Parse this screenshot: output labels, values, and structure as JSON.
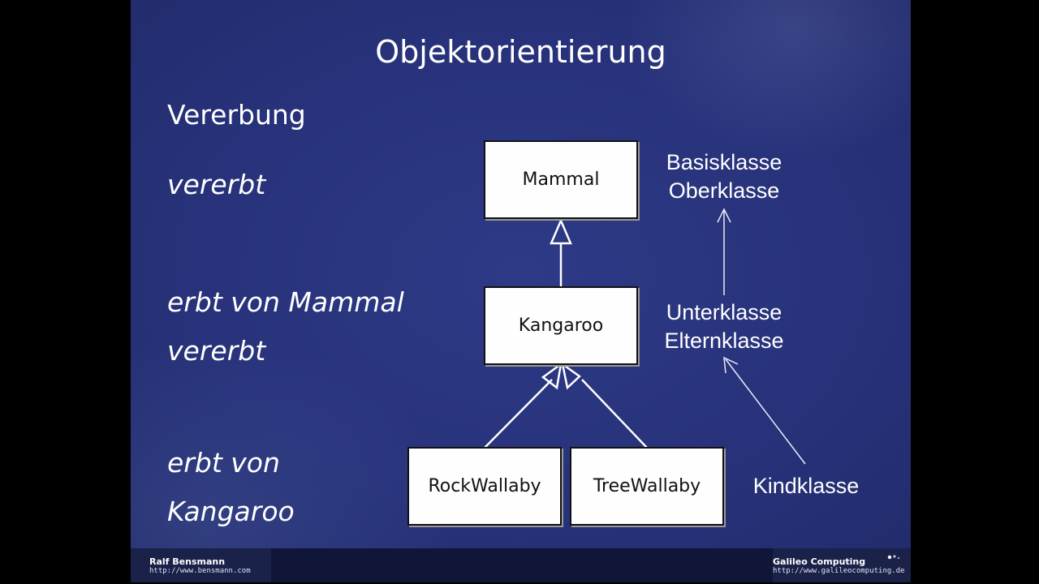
{
  "slide": {
    "title": "Objektorientierung",
    "left_column": [
      "Vererbung",
      "vererbt",
      "erbt von Mammal",
      "vererbt",
      "erbt von",
      "Kangaroo"
    ]
  },
  "diagram": {
    "classes": {
      "mammal": "Mammal",
      "kangaroo": "Kangaroo",
      "rockwallaby": "RockWallaby",
      "treewallaby": "TreeWallaby"
    },
    "labels": {
      "base": "Basisklasse",
      "super": "Oberklasse",
      "sub": "Unterklasse",
      "parent": "Elternklasse",
      "child": "Kindklasse"
    }
  },
  "footer": {
    "left_name": "Ralf Bensmann",
    "left_url": "http://www.bensmann.com",
    "right_name": "Galileo Computing",
    "right_url": "http://www.galileocomputing.de"
  },
  "colors": {
    "slide_background": "#27327a",
    "footer_background": "#0f1638",
    "text": "#ffffff",
    "box_fill": "#fefefe",
    "box_border": "#111111"
  }
}
